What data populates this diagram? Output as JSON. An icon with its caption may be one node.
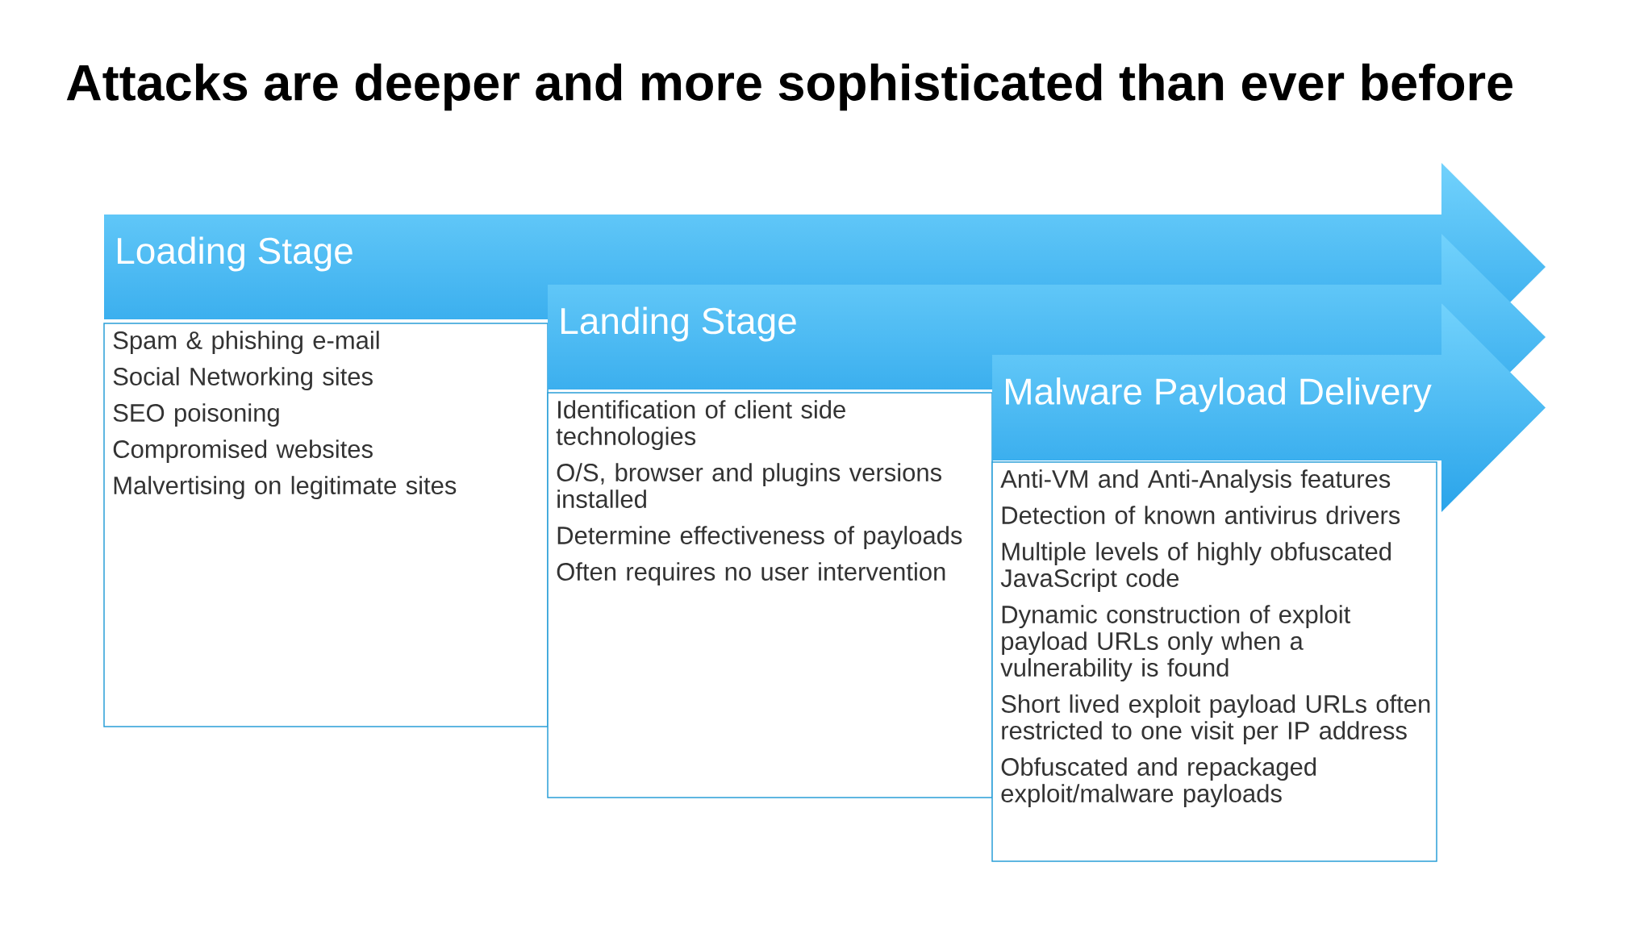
{
  "diagram": {
    "title": "Attacks are deeper and more sophisticated than ever before",
    "nodes": [
      {
        "text": [
          "Loading Stage"
        ]
      },
      {
        "text": [
          "Spam & phishing e-mail",
          "Social Networking sites",
          "SEO poisoning",
          "Compromised websites",
          "Malvertising on legitimate sites"
        ]
      },
      {
        "text": [
          "Landing Stage"
        ]
      },
      {
        "text": [
          "Identification of client side technologies",
          "O/S, browser and plugins versions installed",
          "Determine effectiveness of payloads",
          "Often requires no user intervention"
        ]
      },
      {
        "text": [
          "Malware Payload Delivery"
        ]
      },
      {
        "text": [
          "Anti-VM and Anti-Analysis features",
          "Detection of known antivirus drivers",
          "Multiple levels of highly obfuscated JavaScript code",
          "Dynamic construction of exploit payload URLs only when a vulnerability is found",
          "Short lived exploit payload URLs often restricted to one visit per IP address",
          "Obfuscated and repackaged exploit/malware payloads"
        ]
      }
    ]
  }
}
